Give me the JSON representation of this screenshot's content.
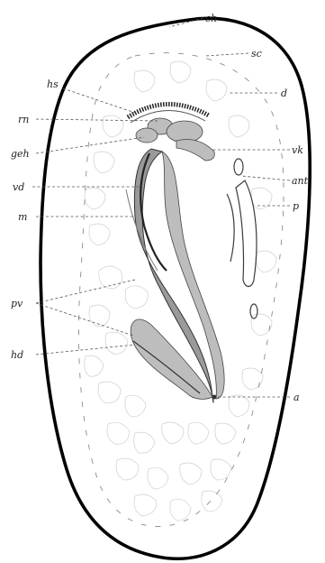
{
  "figure": {
    "labels": {
      "ch": "ch",
      "sc": "sc",
      "hs": "hs",
      "d": "d",
      "rn": "rn",
      "geh": "geh",
      "vk": "vk",
      "vd": "vd",
      "ant": "ant",
      "p": "p",
      "m": "m",
      "pv": "pv",
      "hd": "hd",
      "a": "a"
    }
  }
}
